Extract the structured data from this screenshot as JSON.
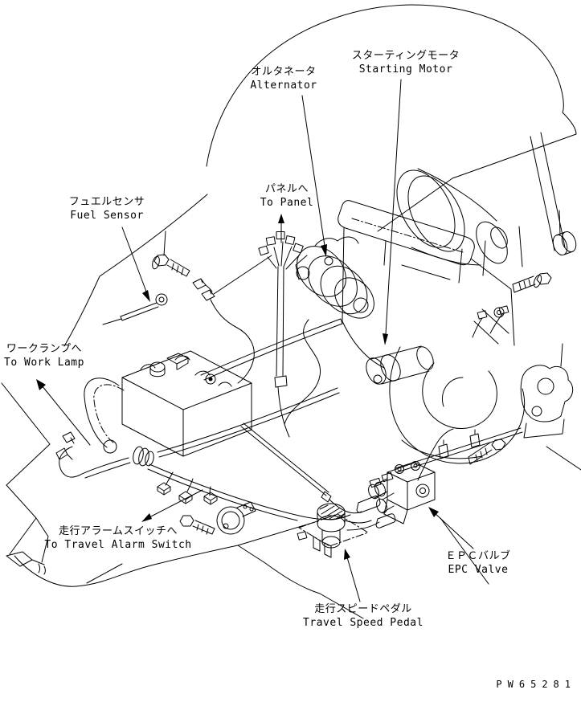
{
  "document": {
    "type": "wiring-harness-parts-diagram",
    "drawing_number": "PW65281",
    "background_color": "#ffffff",
    "line_color": "#000000"
  },
  "labels": {
    "alternator": {
      "jp": "オルタネータ",
      "en": "Alternator"
    },
    "starting_motor": {
      "jp": "スターティングモータ",
      "en": "Starting Motor"
    },
    "fuel_sensor": {
      "jp": "フュエルセンサ",
      "en": "Fuel Sensor"
    },
    "to_panel": {
      "jp": "パネルへ",
      "en": "To Panel"
    },
    "to_work_lamp": {
      "jp": "ワークランプへ",
      "en": "To Work Lamp"
    },
    "to_travel_alarm_switch": {
      "jp": "走行アラームスイッチへ",
      "en": "To Travel Alarm Switch"
    },
    "epc_valve": {
      "jp": "ＥＰＣバルブ",
      "en": "EPC Valve"
    },
    "travel_speed_pedal": {
      "jp": "走行スピードペダル",
      "en": "Travel Speed Pedal"
    }
  }
}
